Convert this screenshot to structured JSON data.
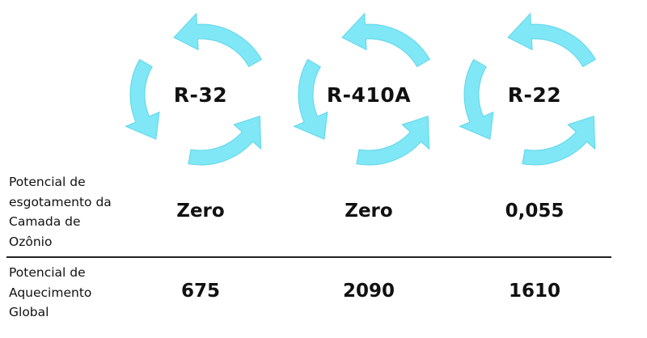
{
  "colors": {
    "arrow_fill": "#7fe7f6",
    "arrow_stroke": "#5fd6ea",
    "text": "#111111",
    "divider": "#222222"
  },
  "refrigerants": [
    {
      "name": "R-32"
    },
    {
      "name": "R-410A"
    },
    {
      "name": "R-22"
    }
  ],
  "rows": [
    {
      "label": "Potencial de\nesgotamento da\nCamada de\nOzônio",
      "values": [
        "Zero",
        "Zero",
        "0,055"
      ]
    },
    {
      "label": "Potencial de\nAquecimento\nGlobal",
      "values": [
        "675",
        "2090",
        "1610"
      ]
    }
  ],
  "icons": [
    "cycle-arrows-icon"
  ]
}
